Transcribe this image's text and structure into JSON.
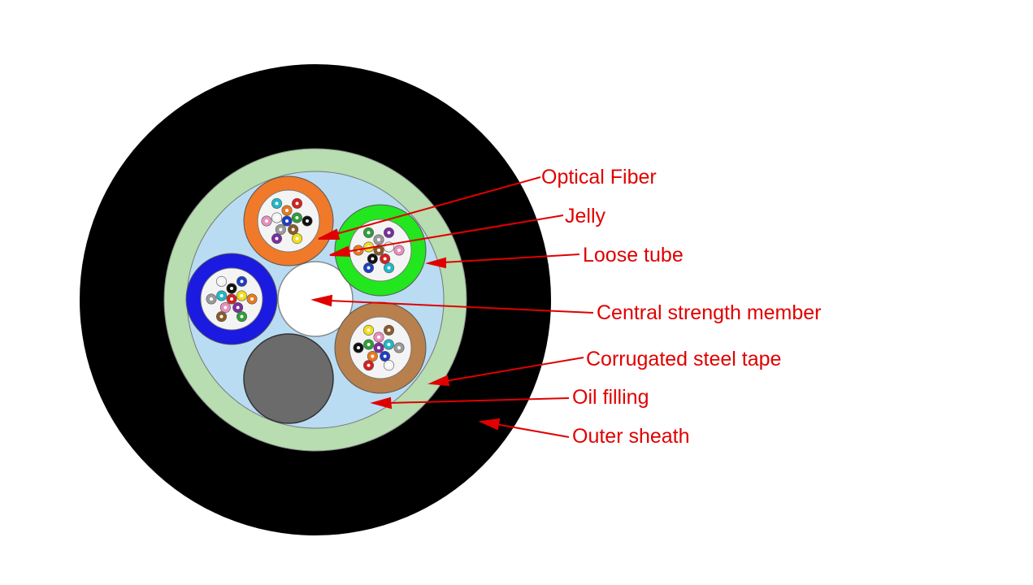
{
  "diagram": {
    "labels": {
      "optical_fiber": "Optical Fiber",
      "jelly": "Jelly",
      "loose_tube": "Loose tube",
      "central_strength_member": "Central strength member",
      "corrugated_steel_tape": "Corrugated steel tape",
      "oil_filling": "Oil filling",
      "outer_sheath": "Outer sheath"
    },
    "colors": {
      "label_text": "#e00000",
      "leader_line": "#e00000",
      "outer_sheath": "#000000",
      "steel_tape": "#b7ddb0",
      "oil_filling": "#b9dcf2",
      "central_member": "#ffffff",
      "filler_rod": "#6b6b6b",
      "jelly": "#f4f4f4",
      "tube_orange": "#f07a2a",
      "tube_green": "#22e61e",
      "tube_blue": "#1a1ae0",
      "tube_brown": "#b8804c"
    },
    "fiber_colors": [
      "#1f3fbf",
      "#e87a1f",
      "#2e9e3a",
      "#8a5a2b",
      "#9a9a9a",
      "#f4f4f4",
      "#d42020",
      "#111111",
      "#f2de1a",
      "#7a2e9e",
      "#e88fbf",
      "#1fb8c8"
    ]
  }
}
